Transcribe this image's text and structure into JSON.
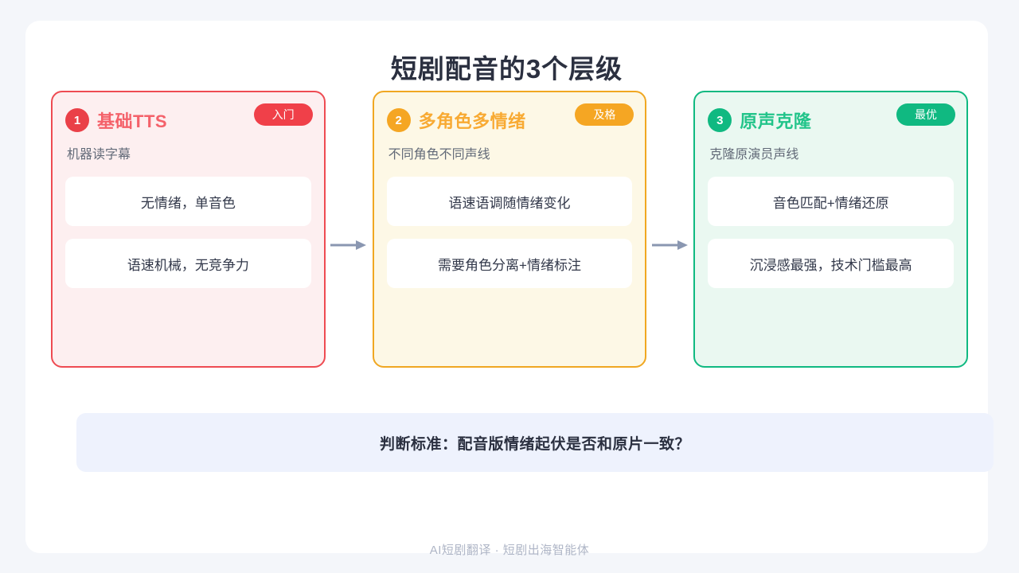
{
  "page": {
    "title": "短剧配音的3个层级",
    "banner": "判断标准：配音版情绪起伏是否和原片一致？",
    "brand": "AI短剧翻译 · 短剧出海智能体",
    "background_color": "#f4f6fa",
    "panel_color": "#ffffff"
  },
  "arrows": {
    "icon": "arrow-right-icon",
    "color": "#8a97b1"
  },
  "levels": [
    {
      "number": "1",
      "title": "基础TTS",
      "tag": "入门",
      "subtitle": "机器读字幕",
      "features": [
        "无情绪，单音色",
        "语速机械，无竞争力"
      ],
      "accent_color": "#ea4048",
      "title_color": "#f4616a",
      "bg_color": "#fdeff0"
    },
    {
      "number": "2",
      "title": "多角色多情绪",
      "tag": "及格",
      "subtitle": "不同角色不同声线",
      "features": [
        "语速语调随情绪变化",
        "需要角色分离+情绪标注"
      ],
      "accent_color": "#f5a623",
      "title_color": "#f8aa33",
      "bg_color": "#fdf8e6"
    },
    {
      "number": "3",
      "title": "原声克隆",
      "tag": "最优",
      "subtitle": "克隆原演员声线",
      "features": [
        "音色匹配+情绪还原",
        "沉浸感最强，技术门槛最高"
      ],
      "accent_color": "#10b981",
      "title_color": "#22c48a",
      "bg_color": "#eaf8f1"
    }
  ]
}
